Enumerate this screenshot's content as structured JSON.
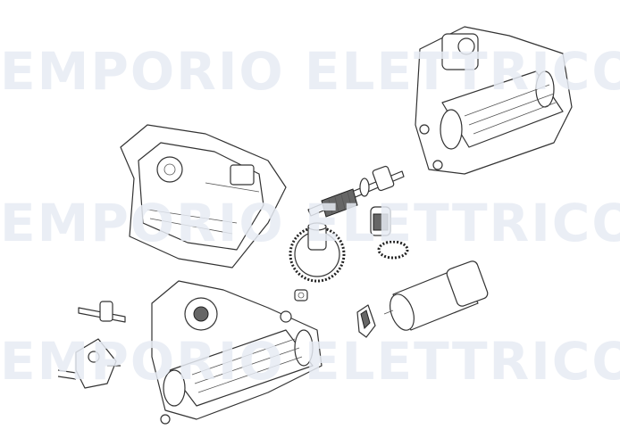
{
  "watermark": {
    "text": "EMPORIO ELETTRICO",
    "repeat": 3,
    "color": "#e6ebf3"
  },
  "diagram": {
    "type": "exploded parts view",
    "parts": [
      "gearbox-housing-top",
      "gearbox-cover",
      "worm-shaft",
      "main-gear",
      "worm-gear",
      "electric-motor",
      "motor-bracket",
      "gearbox-housing-bottom",
      "small-pin",
      "coupling-part",
      "screw"
    ]
  }
}
